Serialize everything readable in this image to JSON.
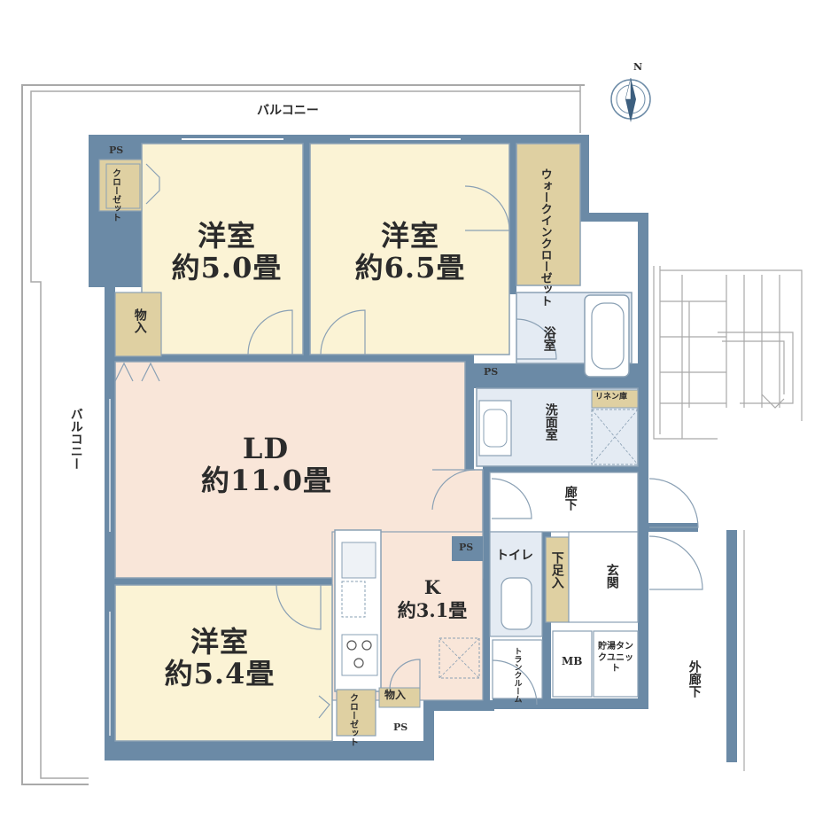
{
  "colors": {
    "wall": "#6b8aa6",
    "bedroom": "#fbf3d5",
    "living": "#f9e6d9",
    "storage": "#dfd0a2",
    "wet": "#e4ebf3",
    "line": "#8aa0b4",
    "outline": "#a9a9a9"
  },
  "compass": {
    "north": "N"
  },
  "balcony": {
    "top": "バルコニー",
    "left": "バルコニー"
  },
  "rooms": {
    "bed1": {
      "name": "洋室",
      "size": "約5.0畳"
    },
    "bed2": {
      "name": "洋室",
      "size": "約6.5畳"
    },
    "bed3": {
      "name": "洋室",
      "size": "約5.4畳"
    },
    "ld": {
      "name": "LD",
      "size": "約11.0畳"
    },
    "k": {
      "name": "K",
      "size": "約3.1畳"
    }
  },
  "labels": {
    "ps": "PS",
    "closet": "クローゼット",
    "walkin": "ウォークインクローゼット",
    "storage": "物入",
    "bath": "浴室",
    "washroom": "洗面室",
    "linen": "リネン庫",
    "hallway": "廊下",
    "toilet": "トイレ",
    "shoebox": "下足入",
    "entrance": "玄関",
    "trunk": "トランクルーム",
    "mb": "MB",
    "water_tank": "貯湯タンクユニット",
    "outer_corridor": "外廊下"
  }
}
